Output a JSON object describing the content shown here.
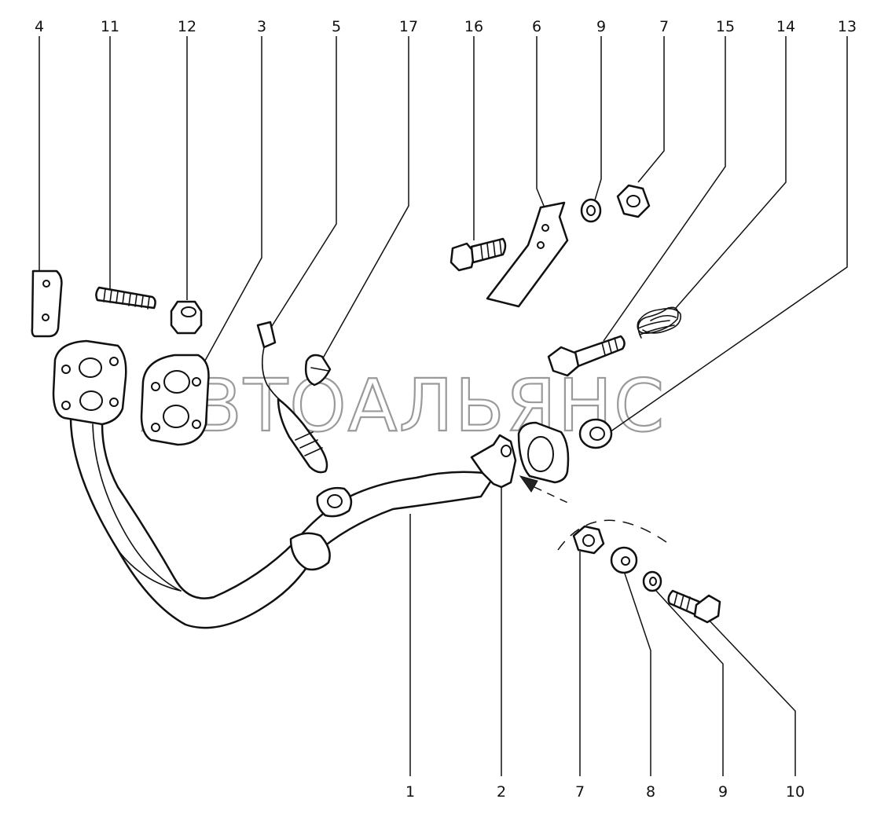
{
  "watermark": "АВТОАЛЬЯНС",
  "top_callouts": {
    "c4": "4",
    "c11": "11",
    "c12": "12",
    "c3": "3",
    "c5": "5",
    "c17": "17",
    "c16": "16",
    "c6": "6",
    "c9a": "9",
    "c7a": "7",
    "c15": "15",
    "c14": "14",
    "c13": "13"
  },
  "bottom_callouts": {
    "c1": "1",
    "c2": "2",
    "c7b": "7",
    "c8": "8",
    "c9b": "9",
    "c10": "10"
  },
  "parts": [
    {
      "id": "1",
      "icon": "exhaust-downpipe"
    },
    {
      "id": "2",
      "icon": "mounting-bracket"
    },
    {
      "id": "3",
      "icon": "gasket"
    },
    {
      "id": "4",
      "icon": "retaining-plate"
    },
    {
      "id": "5",
      "icon": "oxygen-sensor"
    },
    {
      "id": "6",
      "icon": "bracket"
    },
    {
      "id": "7",
      "icon": "hex-nut"
    },
    {
      "id": "8",
      "icon": "flat-washer"
    },
    {
      "id": "9",
      "icon": "spring-washer"
    },
    {
      "id": "10",
      "icon": "bolt"
    },
    {
      "id": "11",
      "icon": "stud"
    },
    {
      "id": "12",
      "icon": "nut"
    },
    {
      "id": "13",
      "icon": "sealing-ring"
    },
    {
      "id": "14",
      "icon": "spring"
    },
    {
      "id": "15",
      "icon": "flange-bolt"
    },
    {
      "id": "16",
      "icon": "bolt"
    },
    {
      "id": "17",
      "icon": "clip"
    }
  ]
}
